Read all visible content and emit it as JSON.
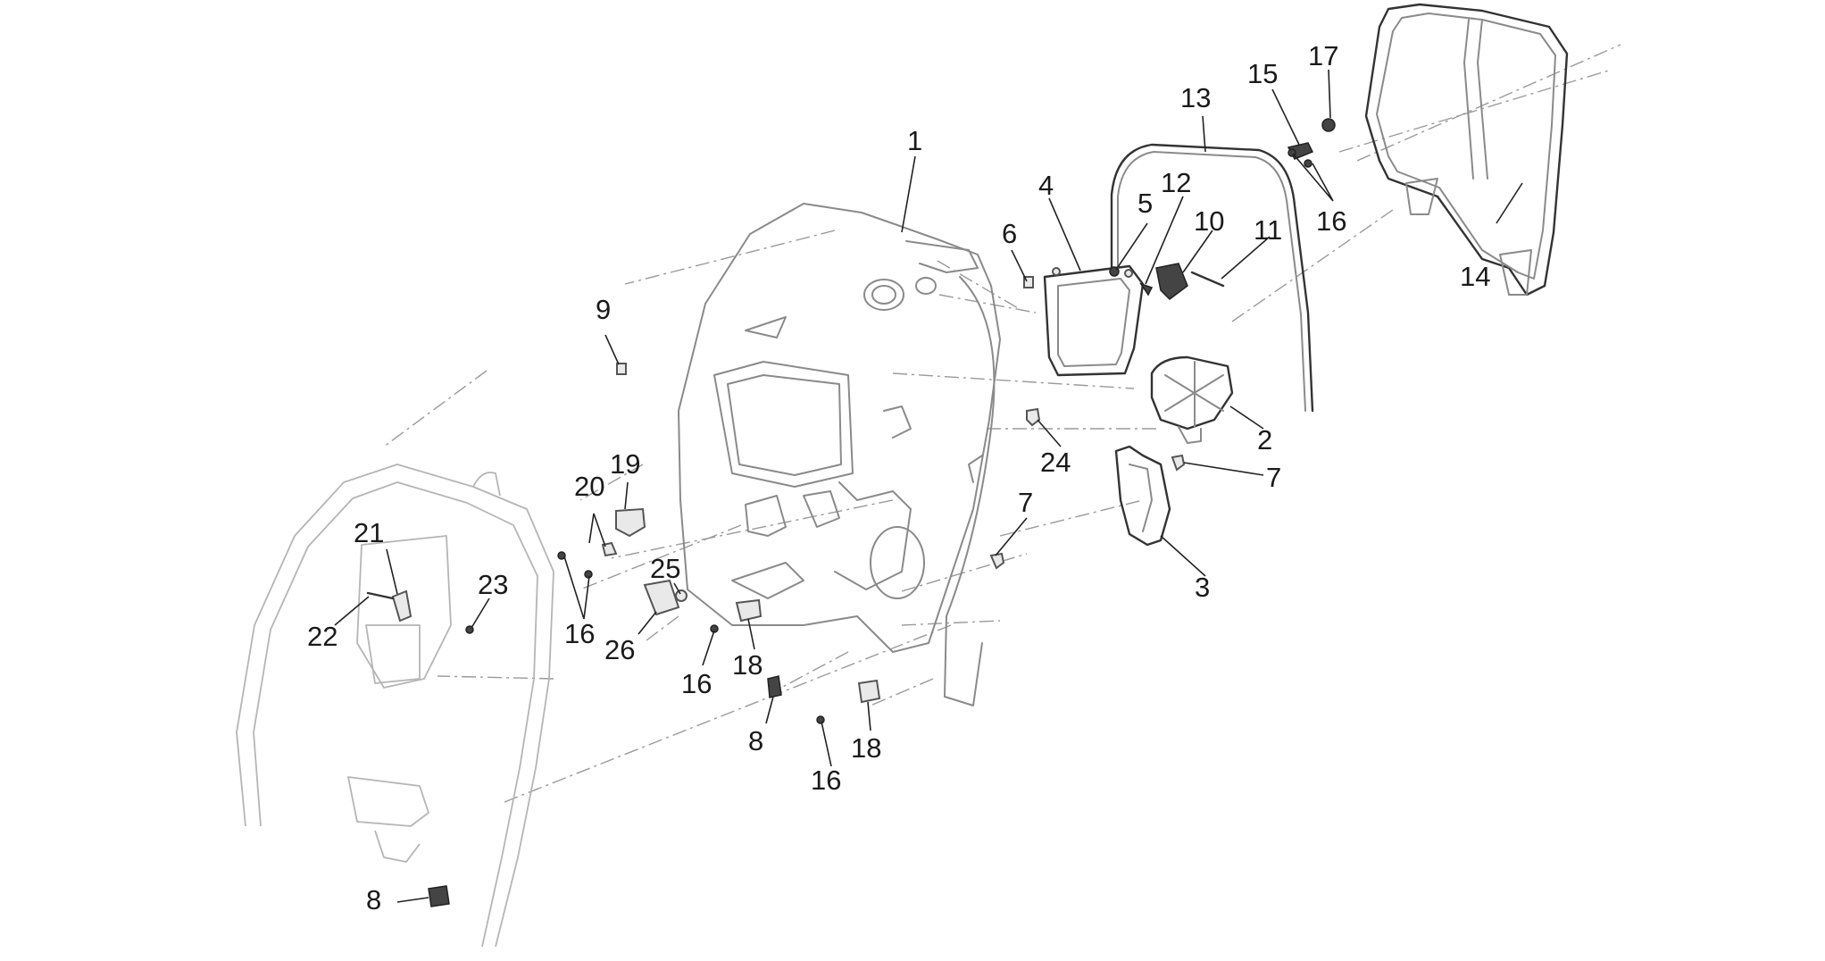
{
  "callouts": [
    {
      "id": "c1",
      "label": "1"
    },
    {
      "id": "c2",
      "label": "2"
    },
    {
      "id": "c3",
      "label": "3"
    },
    {
      "id": "c4",
      "label": "4"
    },
    {
      "id": "c5",
      "label": "5"
    },
    {
      "id": "c6",
      "label": "6"
    },
    {
      "id": "c7a",
      "label": "7"
    },
    {
      "id": "c7b",
      "label": "7"
    },
    {
      "id": "c8a",
      "label": "8"
    },
    {
      "id": "c8b",
      "label": "8"
    },
    {
      "id": "c9",
      "label": "9"
    },
    {
      "id": "c10",
      "label": "10"
    },
    {
      "id": "c11",
      "label": "11"
    },
    {
      "id": "c12",
      "label": "12"
    },
    {
      "id": "c13",
      "label": "13"
    },
    {
      "id": "c14",
      "label": "14"
    },
    {
      "id": "c15",
      "label": "15"
    },
    {
      "id": "c16a",
      "label": "16"
    },
    {
      "id": "c16b",
      "label": "16"
    },
    {
      "id": "c16c",
      "label": "16"
    },
    {
      "id": "c16d",
      "label": "16"
    },
    {
      "id": "c17",
      "label": "17"
    },
    {
      "id": "c18a",
      "label": "18"
    },
    {
      "id": "c18b",
      "label": "18"
    },
    {
      "id": "c19",
      "label": "19"
    },
    {
      "id": "c20",
      "label": "20"
    },
    {
      "id": "c21",
      "label": "21"
    },
    {
      "id": "c22",
      "label": "22"
    },
    {
      "id": "c23",
      "label": "23"
    },
    {
      "id": "c24",
      "label": "24"
    },
    {
      "id": "c25",
      "label": "25"
    },
    {
      "id": "c26",
      "label": "26"
    }
  ]
}
